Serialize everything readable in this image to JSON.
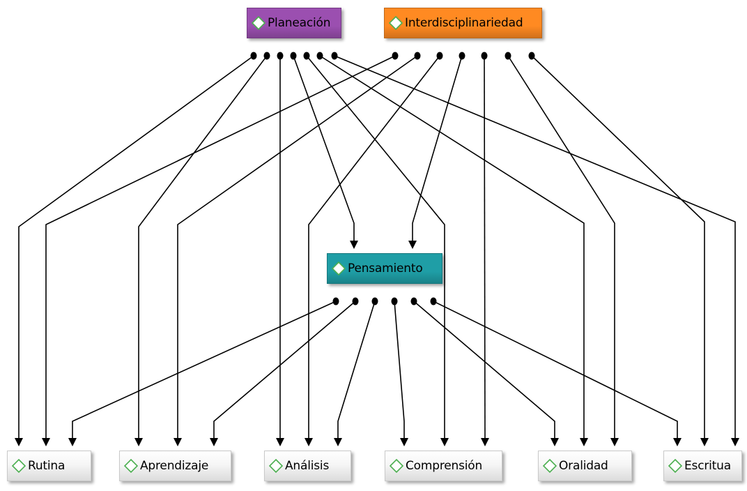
{
  "nodes": {
    "planeacion": {
      "label": "Planeación",
      "color": "#9b4fb0"
    },
    "interdisciplinariedad": {
      "label": "Interdisciplinariedad",
      "color": "#ff8a22"
    },
    "pensamiento": {
      "label": "Pensamiento",
      "color": "#1f9ea6"
    },
    "rutina": {
      "label": "Rutina"
    },
    "aprendizaje": {
      "label": "Aprendizaje"
    },
    "analisis": {
      "label": "Análisis"
    },
    "comprension": {
      "label": "Comprensión"
    },
    "oralidad": {
      "label": "Oralidad"
    },
    "escritua": {
      "label": "Escritua"
    }
  },
  "edges": [
    {
      "from": "planeacion",
      "to": "rutina"
    },
    {
      "from": "planeacion",
      "to": "aprendizaje"
    },
    {
      "from": "planeacion",
      "to": "analisis"
    },
    {
      "from": "planeacion",
      "to": "pensamiento"
    },
    {
      "from": "planeacion",
      "to": "comprension"
    },
    {
      "from": "planeacion",
      "to": "oralidad"
    },
    {
      "from": "planeacion",
      "to": "escritua"
    },
    {
      "from": "interdisciplinariedad",
      "to": "rutina"
    },
    {
      "from": "interdisciplinariedad",
      "to": "aprendizaje"
    },
    {
      "from": "interdisciplinariedad",
      "to": "analisis"
    },
    {
      "from": "interdisciplinariedad",
      "to": "pensamiento"
    },
    {
      "from": "interdisciplinariedad",
      "to": "comprension"
    },
    {
      "from": "interdisciplinariedad",
      "to": "oralidad"
    },
    {
      "from": "interdisciplinariedad",
      "to": "escritua"
    },
    {
      "from": "pensamiento",
      "to": "rutina"
    },
    {
      "from": "pensamiento",
      "to": "aprendizaje"
    },
    {
      "from": "pensamiento",
      "to": "analisis"
    },
    {
      "from": "pensamiento",
      "to": "comprension"
    },
    {
      "from": "pensamiento",
      "to": "oralidad"
    },
    {
      "from": "pensamiento",
      "to": "escritua"
    }
  ],
  "colors": {
    "line": "#000000",
    "icon_fill": "#ffffff",
    "icon_stroke": "#4caf50"
  }
}
